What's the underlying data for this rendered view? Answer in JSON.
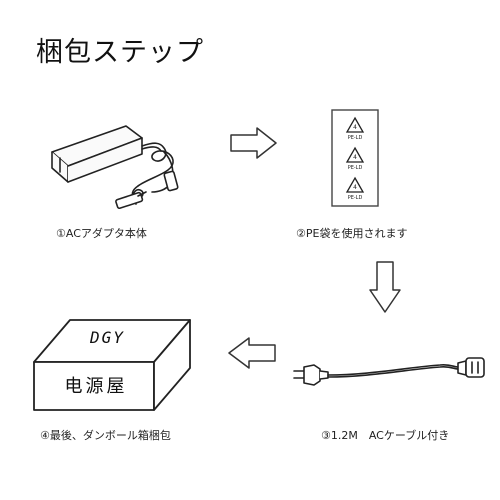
{
  "title": "梱包ステップ",
  "steps": [
    {
      "caption": "①ACアダプタ本体",
      "icon": "ac-adapter-icon"
    },
    {
      "caption": "②PE袋を使用されます",
      "icon": "pe-bag-icon",
      "bag_labels": [
        "PE-LD",
        "PE-LD",
        "PE-LD"
      ]
    },
    {
      "caption": "③1.2M　ACケーブル付き",
      "icon": "power-cable-icon"
    },
    {
      "caption": "④最後、ダンボール箱梱包",
      "icon": "cardboard-box-icon",
      "box_top_label": "DGY",
      "box_side_label": "电源屋"
    }
  ],
  "arrows": [
    "arrow-right-icon",
    "arrow-down-icon",
    "arrow-left-icon"
  ]
}
